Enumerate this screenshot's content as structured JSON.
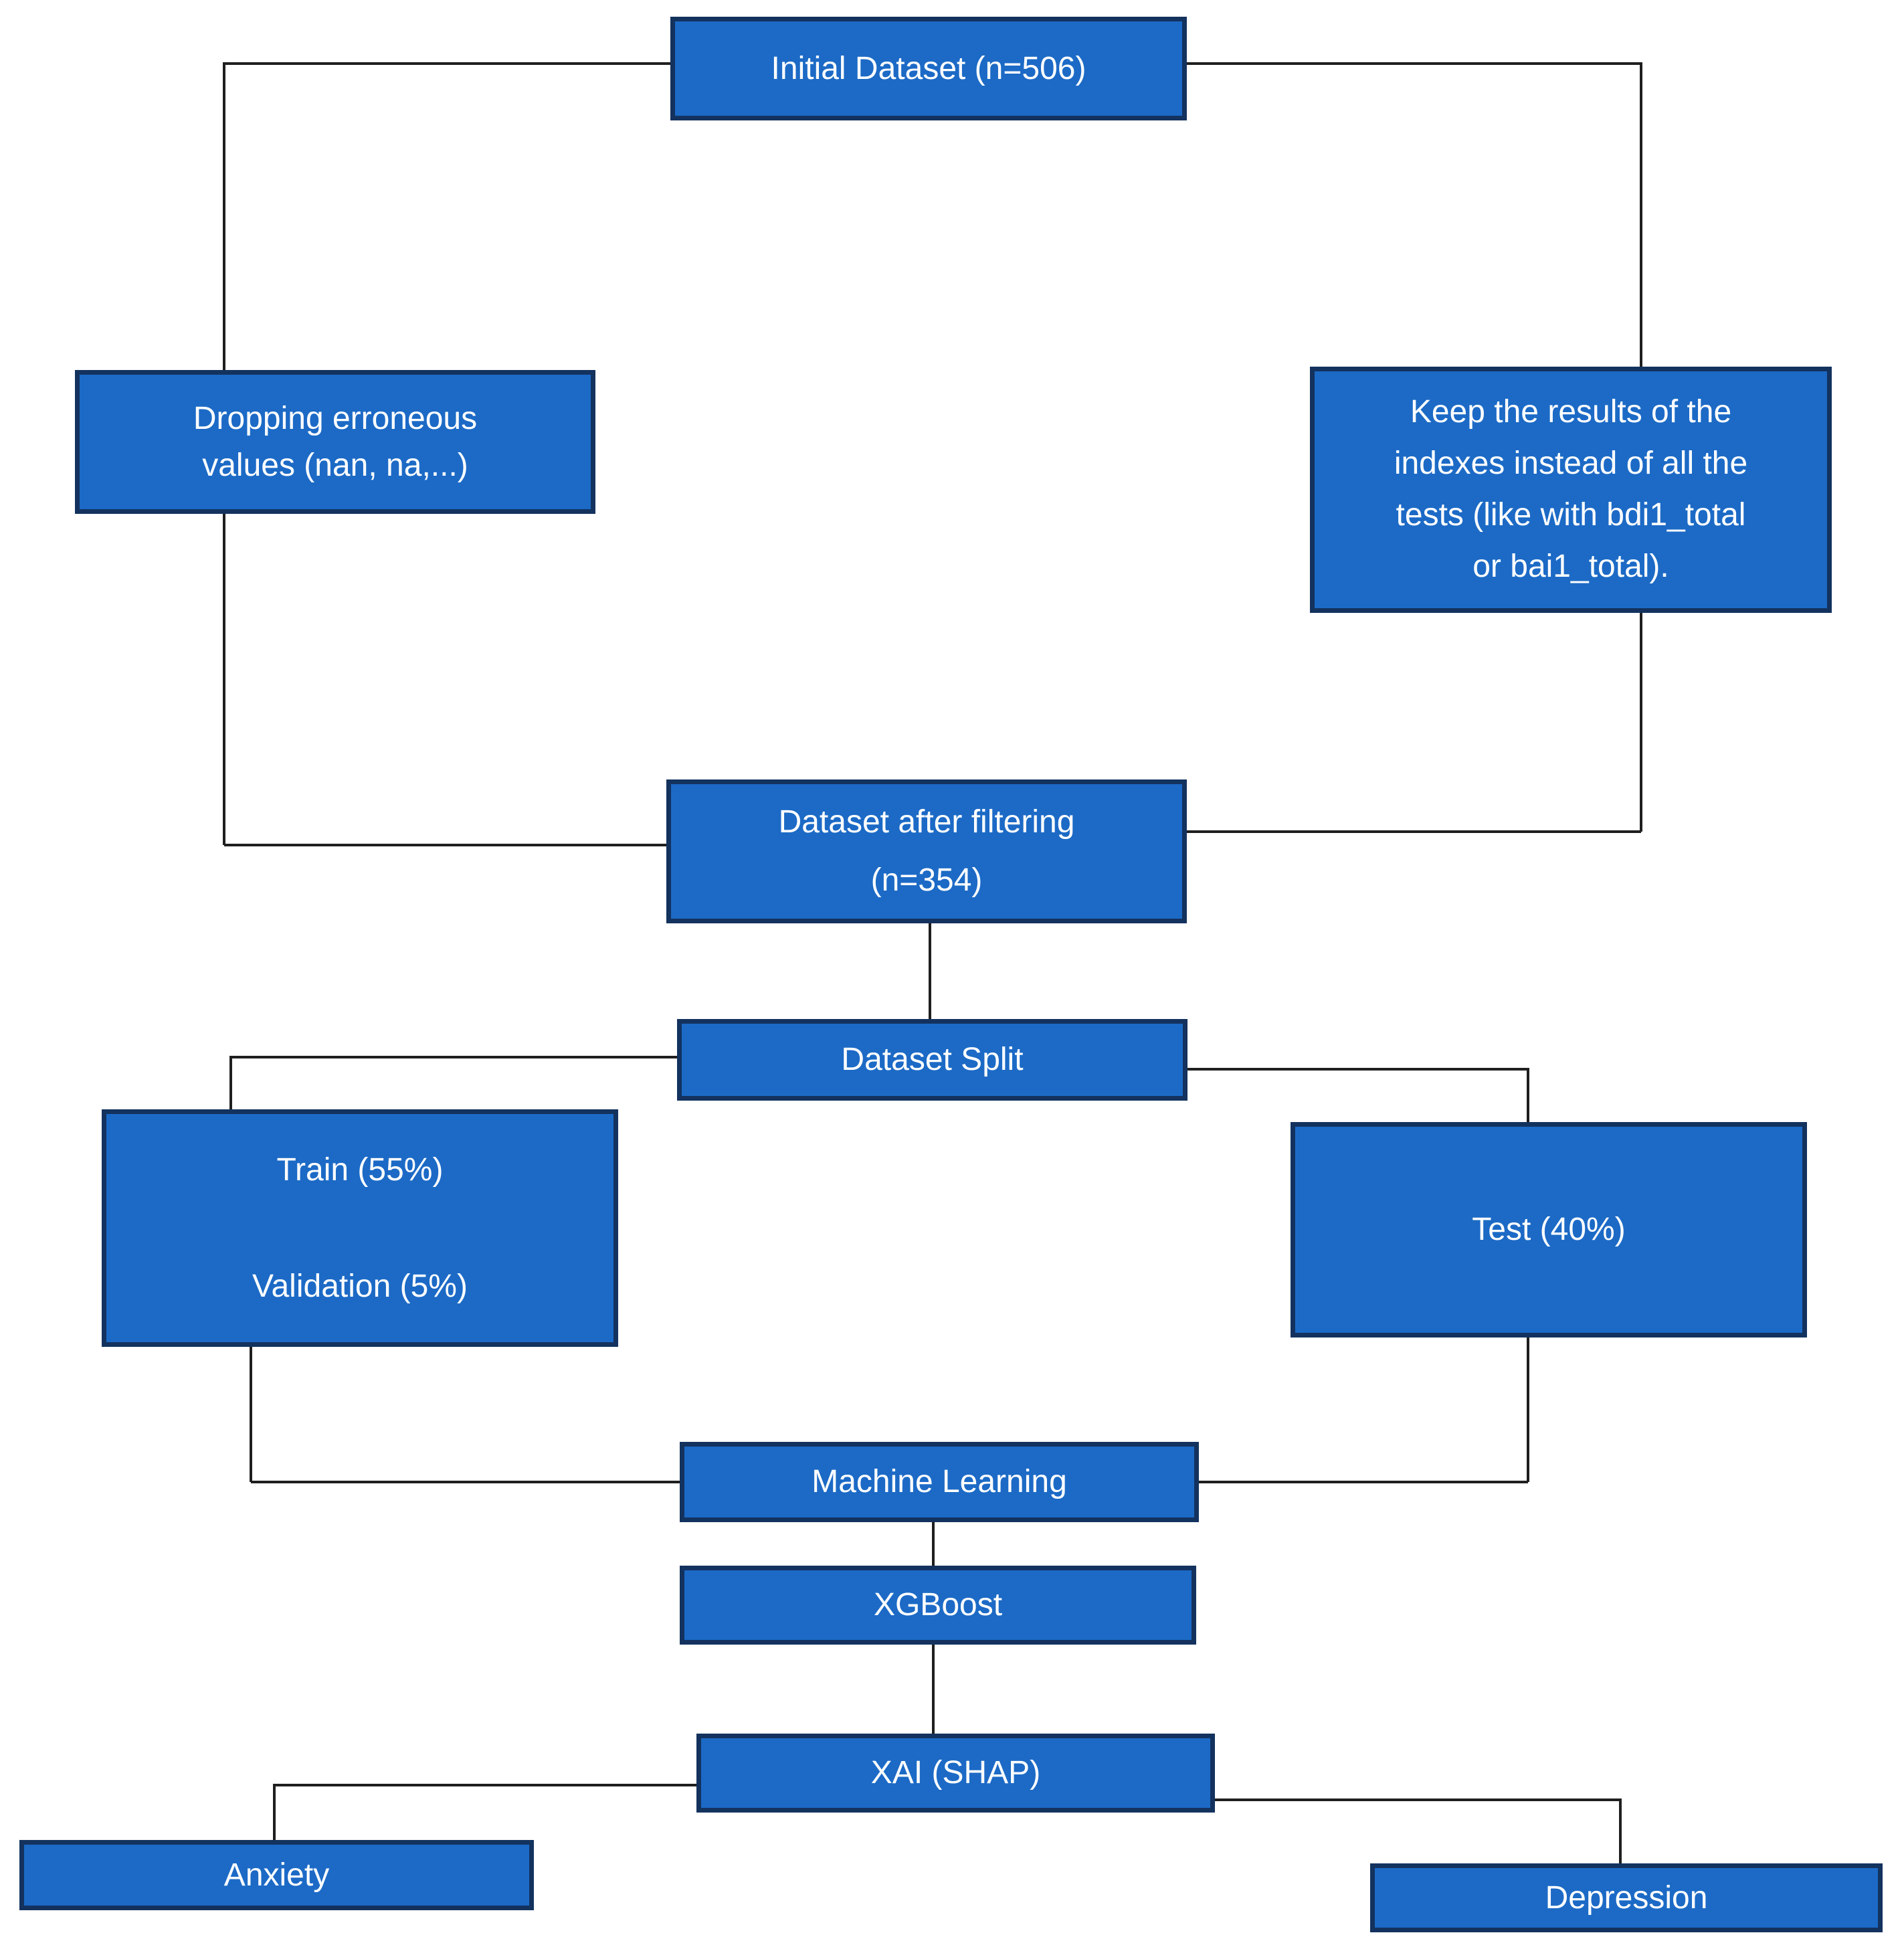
{
  "theme": {
    "background": "#ffffff",
    "box_fill": "#1c6ac6",
    "box_border": "#13325e",
    "connector_color": "#1f1f1f",
    "text_color": "#ffffff"
  },
  "nodes": {
    "initial": {
      "label": "Initial Dataset (n=506)"
    },
    "dropping": {
      "label": "Dropping erroneous\nvalues (nan, na,...)"
    },
    "keep": {
      "label": "Keep the results of the\nindexes instead of all the\ntests (like with bdi1_total\nor bai1_total)."
    },
    "filtering": {
      "label": "Dataset after filtering\n(n=354)"
    },
    "split": {
      "label": "Dataset Split"
    },
    "train": {
      "label_train": "Train (55%)",
      "label_validation": "Validation (5%)"
    },
    "test": {
      "label": "Test (40%)"
    },
    "ml": {
      "label": "Machine Learning"
    },
    "xgboost": {
      "label": "XGBoost"
    },
    "xai": {
      "label": "XAI (SHAP)"
    },
    "anxiety": {
      "label": "Anxiety"
    },
    "depression": {
      "label": "Depression"
    }
  }
}
